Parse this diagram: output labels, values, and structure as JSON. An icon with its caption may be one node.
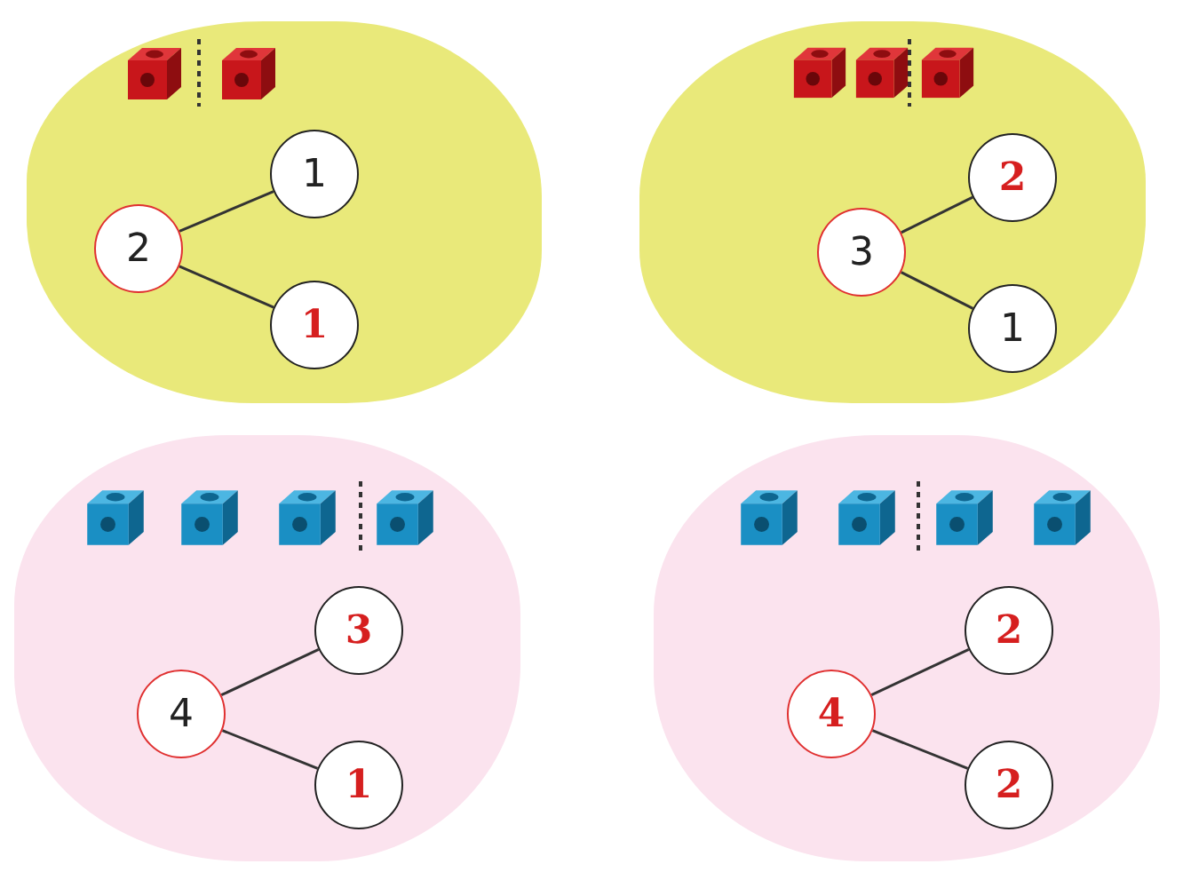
{
  "diagram": {
    "nodes": [
      {
        "text": [],
        "shape": "blob"
      },
      {
        "text": [],
        "shape": "cube",
        "in": 0
      },
      {
        "text": [],
        "shape": "cube",
        "in": 0
      },
      {
        "text": [
          "2"
        ],
        "in": 0
      },
      {
        "text": [
          "1"
        ],
        "in": 0
      },
      {
        "text": [
          "1"
        ],
        "in": 0
      },
      {
        "text": [],
        "shape": "blob"
      },
      {
        "text": [],
        "shape": "cube",
        "in": 6
      },
      {
        "text": [],
        "shape": "cube",
        "in": 6
      },
      {
        "text": [],
        "shape": "cube",
        "in": 6
      },
      {
        "text": [
          "3"
        ],
        "in": 6
      },
      {
        "text": [
          "2"
        ],
        "in": 6
      },
      {
        "text": [
          "1"
        ],
        "in": 6
      },
      {
        "text": [],
        "shape": "blob"
      },
      {
        "text": [],
        "shape": "cube",
        "in": 13
      },
      {
        "text": [],
        "shape": "cube",
        "in": 13
      },
      {
        "text": [],
        "shape": "cube",
        "in": 13
      },
      {
        "text": [],
        "shape": "cube",
        "in": 13
      },
      {
        "text": [
          "4"
        ],
        "in": 13
      },
      {
        "text": [
          "3"
        ],
        "in": 13
      },
      {
        "text": [
          "1"
        ],
        "in": 13
      },
      {
        "text": [],
        "shape": "blob"
      },
      {
        "text": [],
        "shape": "cube",
        "in": 21
      },
      {
        "text": [],
        "shape": "cube",
        "in": 21
      },
      {
        "text": [],
        "shape": "cube",
        "in": 21
      },
      {
        "text": [],
        "shape": "cube",
        "in": 21
      },
      {
        "text": [
          "4"
        ],
        "in": 21
      },
      {
        "text": [
          "2"
        ],
        "in": 21
      },
      {
        "text": [
          "2"
        ],
        "in": 21
      }
    ],
    "edges": [
      {
        "from": 3,
        "to": 4,
        "arrow": "none"
      },
      {
        "from": 3,
        "to": 5,
        "arrow": "none"
      },
      {
        "from": 10,
        "to": 11,
        "arrow": "none"
      },
      {
        "from": 10,
        "to": 12,
        "arrow": "none"
      },
      {
        "from": 18,
        "to": 19,
        "arrow": "none"
      },
      {
        "from": 18,
        "to": 20,
        "arrow": "none"
      },
      {
        "from": 26,
        "to": 27,
        "arrow": "none"
      },
      {
        "from": 26,
        "to": 28,
        "arrow": "none"
      }
    ]
  }
}
